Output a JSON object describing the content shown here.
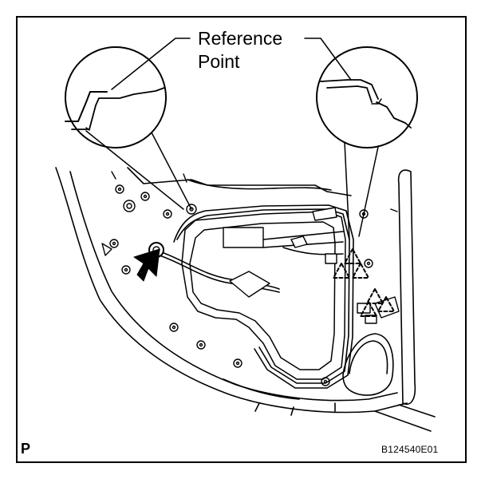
{
  "callout": {
    "label": "Reference\nPoint"
  },
  "corner_letter": "P",
  "figure_id": "B124540E01",
  "icons": [
    "pointer-arrow-icon",
    "clip-marker-icon",
    "magnifier-circle-icon"
  ]
}
